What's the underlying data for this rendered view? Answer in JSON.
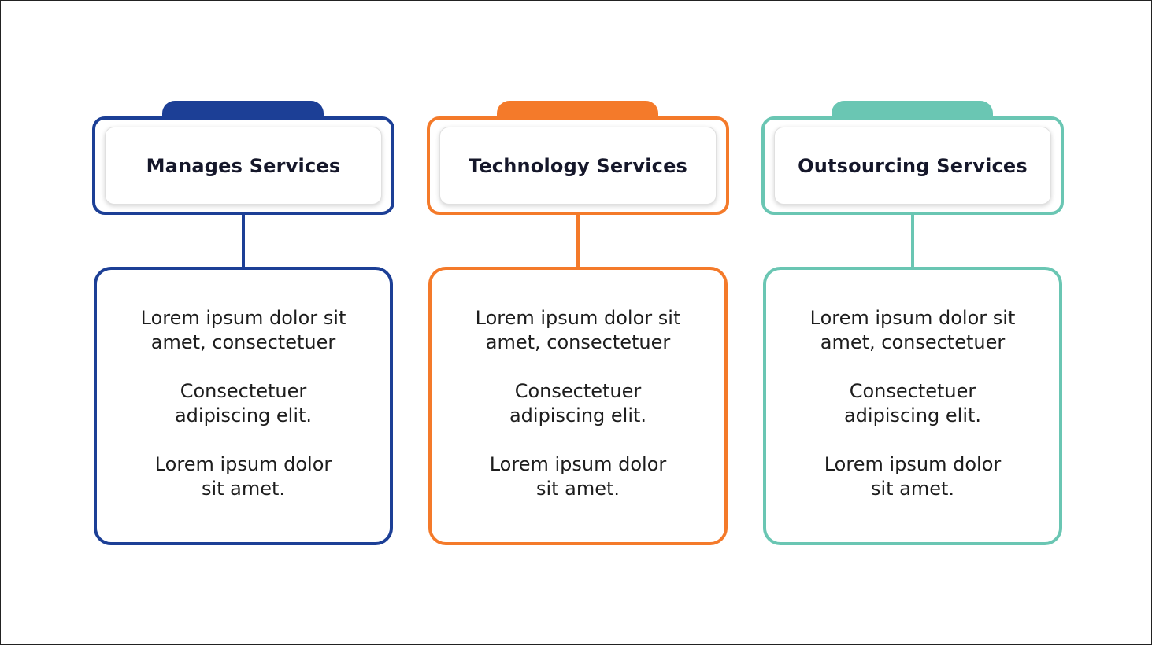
{
  "colors": {
    "blue": "#1c3f96",
    "orange": "#f47a2a",
    "teal": "#6ac6b3",
    "title_text": "#15172a",
    "body_text": "#1d1d1d"
  },
  "cards": [
    {
      "title": "Manages Services",
      "paragraphs": [
        "Lorem ipsum dolor sit\namet, consectetuer",
        "Consectetuer\nadipiscing elit.",
        "Lorem ipsum dolor\nsit amet."
      ]
    },
    {
      "title": "Technology Services",
      "paragraphs": [
        "Lorem ipsum dolor sit\namet, consectetuer",
        "Consectetuer\nadipiscing elit.",
        "Lorem ipsum dolor\nsit amet."
      ]
    },
    {
      "title": "Outsourcing Services",
      "paragraphs": [
        "Lorem ipsum dolor sit\namet, consectetuer",
        "Consectetuer\nadipiscing elit.",
        "Lorem ipsum dolor\nsit amet."
      ]
    }
  ]
}
